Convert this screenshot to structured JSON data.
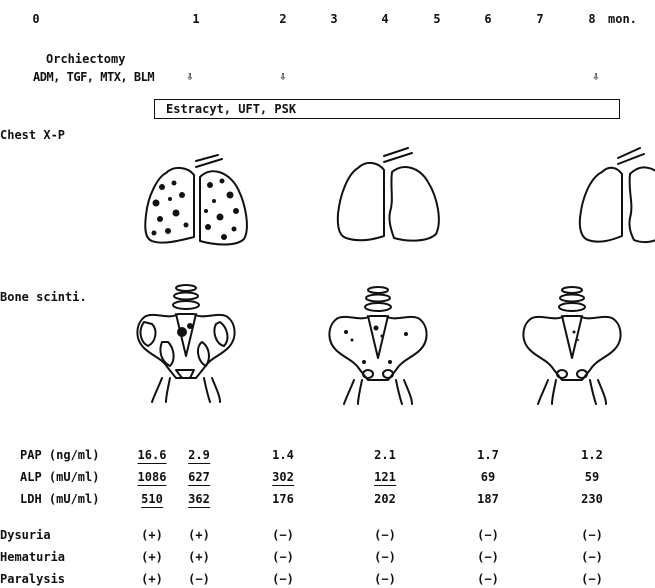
{
  "timeline": {
    "months": [
      "0",
      "1",
      "2",
      "3",
      "4",
      "5",
      "6",
      "7",
      "8"
    ],
    "unit": "mon."
  },
  "therapy": {
    "orchiectomy": "Orchiectomy",
    "chemo": "ADM, TGF, MTX, BLM",
    "maintenance": "Estracyt, UFT, PSK"
  },
  "sections": {
    "chest": "Chest X-P",
    "bone": "Bone scinti."
  },
  "labs": {
    "pap_label": "PAP (ng/ml)",
    "alp_label": "ALP (mU/ml)",
    "ldh_label": "LDH (mU/ml)",
    "pap": [
      "16.6",
      "2.9",
      "1.4",
      "2.1",
      "1.7",
      "1.2"
    ],
    "alp": [
      "1086",
      "627",
      "302",
      "121",
      "69",
      "59"
    ],
    "ldh": [
      "510",
      "362",
      "176",
      "202",
      "187",
      "230"
    ]
  },
  "symptoms": {
    "dysuria_label": "Dysuria",
    "hematuria_label": "Hematuria",
    "paralysis_label": "Paralysis",
    "dysuria": [
      "(+)",
      "(+)",
      "(−)",
      "(−)",
      "(−)",
      "(−)"
    ],
    "hematuria": [
      "(+)",
      "(+)",
      "(−)",
      "(−)",
      "(−)",
      "(−)"
    ],
    "paralysis": [
      "(+)",
      "(−)",
      "(−)",
      "(−)",
      "(−)",
      "(−)"
    ]
  }
}
